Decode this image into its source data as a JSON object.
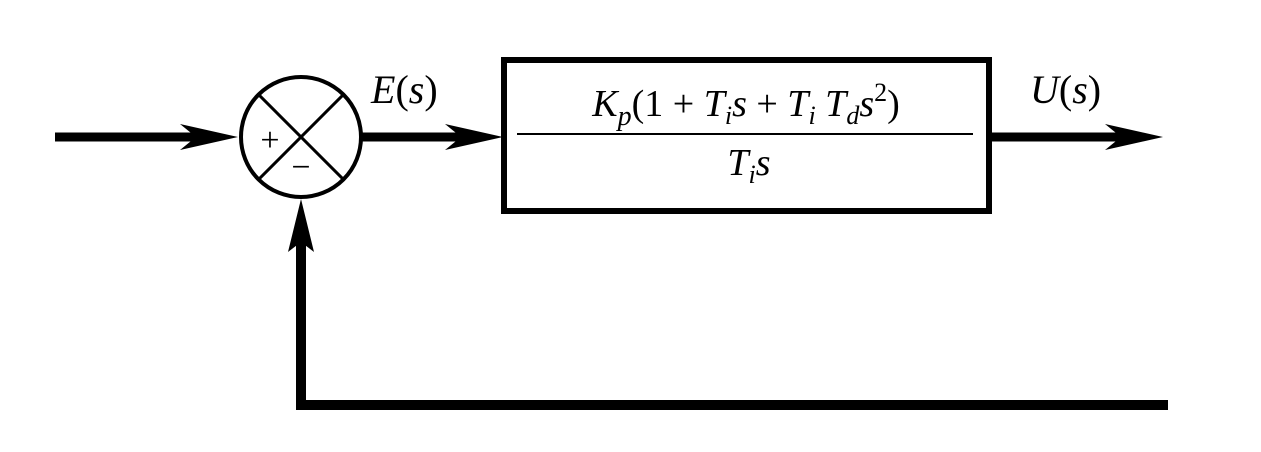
{
  "diagram": {
    "summing_junction": {
      "plus_sign": "+",
      "minus_sign": "−"
    },
    "signals": {
      "error": {
        "name": "E",
        "paren_open": "(",
        "variable": "s",
        "paren_close": ")"
      },
      "output": {
        "name": "U",
        "paren_open": "(",
        "variable": "s",
        "paren_close": ")"
      }
    },
    "controller_block": {
      "numerator": {
        "K": "K",
        "p": "p",
        "open": "(1 + ",
        "T1": "T",
        "i1": "i",
        "s1": "s",
        "plus": " + ",
        "T2": "T",
        "i2": "i",
        "T3": "T",
        "d": "d",
        "s2": "s",
        "exp": "2",
        "close": ")"
      },
      "denominator": {
        "T": "T",
        "i": "i",
        "s": "s"
      }
    }
  }
}
